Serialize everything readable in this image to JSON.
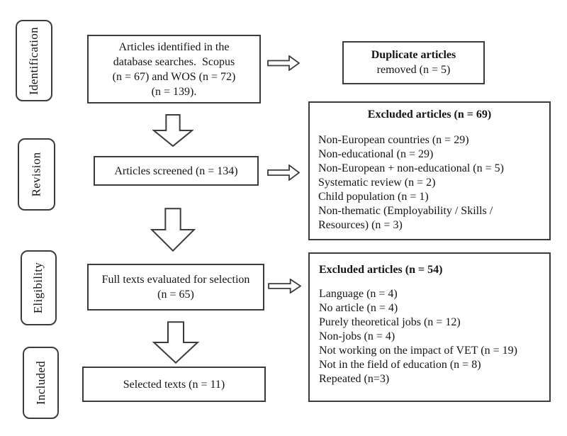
{
  "colors": {
    "background": "#ffffff",
    "border": "#3c3c3c",
    "text": "#141414"
  },
  "stages": {
    "identification": "Identification",
    "revision": "Revision",
    "eligibility": "Eligibility",
    "included": "Included"
  },
  "flow": {
    "identified": "Articles identified in the\ndatabase searches.  Scopus\n(n = 67) and WOS (n = 72)\n(n = 139).",
    "screened": "Articles screened (n = 134)",
    "fulltext": "Full texts evaluated for selection\n(n = 65)",
    "selected": "Selected texts (n = 11)"
  },
  "exclusions": {
    "duplicates": {
      "title": "Duplicate articles",
      "detail": "removed (n = 5)"
    },
    "screening": {
      "title": "Excluded articles (n = 69)",
      "items": [
        "Non-European countries (n = 29)",
        "Non-educational (n = 29)",
        "Non-European + non-educational (n = 5)",
        "Systematic review (n = 2)",
        "Child population (n = 1)",
        "Non-thematic (Employability / Skills / Resources) (n = 3)"
      ]
    },
    "eligibility": {
      "title": "Excluded articles (n = 54)",
      "items": [
        "Language (n = 4)",
        "No article (n = 4)",
        "Purely theoretical jobs (n = 12)",
        "Non-jobs (n = 4)",
        "Not working on the impact of VET (n = 19)",
        "Not in the field of education (n = 8)",
        "Repeated (n=3)"
      ]
    }
  }
}
